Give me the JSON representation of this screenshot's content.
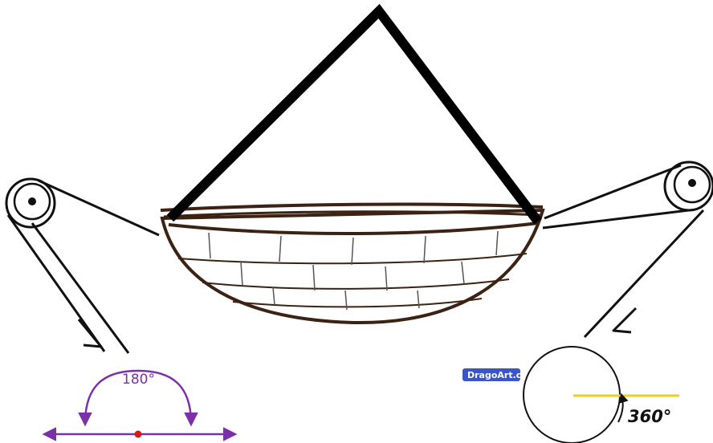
{
  "labels": {
    "angle_half": "180°",
    "angle_full": "360°",
    "watermark": "DragoArt.c"
  },
  "colors": {
    "ink": "#111111",
    "basket": "#3b2213",
    "angle": "#7b2fa8",
    "center_dot": "#d61a1a",
    "sweep_line": "#e6d11e",
    "watermark_bg": "#3b55c8"
  }
}
